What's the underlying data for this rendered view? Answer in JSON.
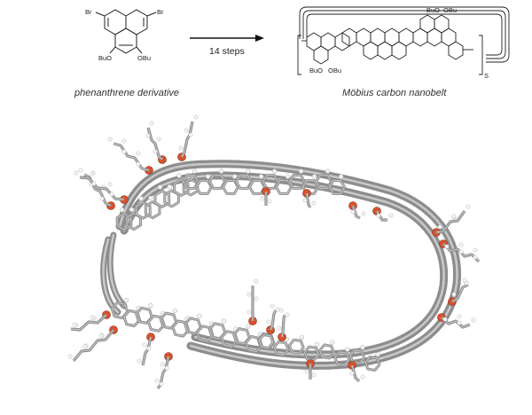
{
  "reaction": {
    "reactant": {
      "caption": "phenanthrene derivative",
      "substituents": {
        "bromo": "Br",
        "butoxy": "BuO",
        "butoxy_right": "OBu"
      }
    },
    "arrow_label": "14 steps",
    "product": {
      "caption": "Möbius carbon nanobelt",
      "substituents": {
        "butoxy_left": "BuO",
        "butoxy_right": "OBu"
      },
      "subscript": "S"
    }
  },
  "model": {
    "carbon_color": "#8d8d8d",
    "carbon_highlight": "#c9c9c9",
    "hydrogen_color": "#f4f4f4",
    "oxygen_color": "#d9512c"
  }
}
